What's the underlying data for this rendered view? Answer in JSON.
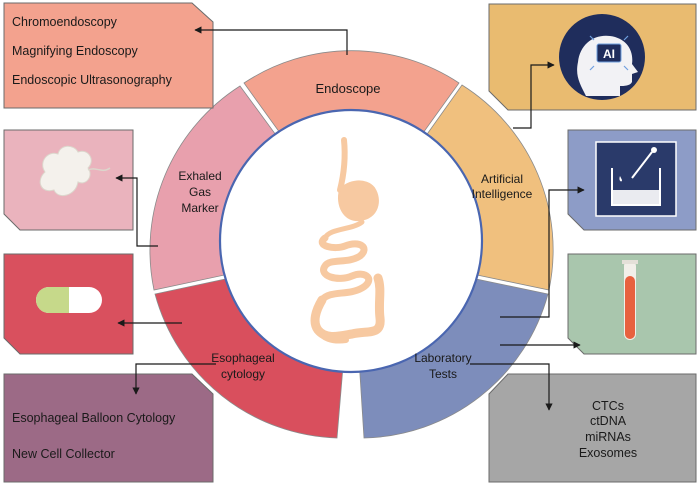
{
  "center": {
    "icon": "digestive-tract-icon"
  },
  "segments": {
    "endoscope": "Endoscope",
    "ai": [
      "Artificial",
      "Intelligence"
    ],
    "exhaled": [
      "Exhaled",
      "Gas",
      "Marker"
    ],
    "esophageal": [
      "Esophageal",
      "cytology"
    ],
    "laboratory": [
      "Laboratory",
      "Tests"
    ]
  },
  "boxes": {
    "endoscopy_methods": [
      "Chromoendoscopy",
      "Magnifying Endoscopy",
      "Endoscopic Ultrasonography"
    ],
    "esophageal_methods": [
      "Esophageal Balloon Cytology",
      "New Cell Collector"
    ],
    "lab_markers": [
      "CTCs",
      "ctDNA",
      "miRNAs",
      "Exosomes"
    ],
    "ai_badge": "AI"
  },
  "icons": {
    "ai": "ai-head-icon",
    "gas": "gas-cloud-icon",
    "capsule": "capsule-icon",
    "lab": "beaker-dropper-icon",
    "tube": "test-tube-icon"
  },
  "colors": {
    "endoscope": "#f3a28e",
    "ai": "#f0c07e",
    "exhaled": "#e8a0ad",
    "esophageal": "#d94f5d",
    "laboratory": "#7d8dbb",
    "ring_border": "#4a66b0",
    "box_endo": "#f3a28e",
    "box_ai": "#e9bb70",
    "box_gas": "#eab3bd",
    "box_capsule": "#d9505e",
    "box_lab_icon": "#8d9cc7",
    "box_tube": "#a9c6ad",
    "box_esoph": "#9c6a86",
    "box_lab": "#a6a6a6",
    "gut": "#f7c9a1"
  }
}
